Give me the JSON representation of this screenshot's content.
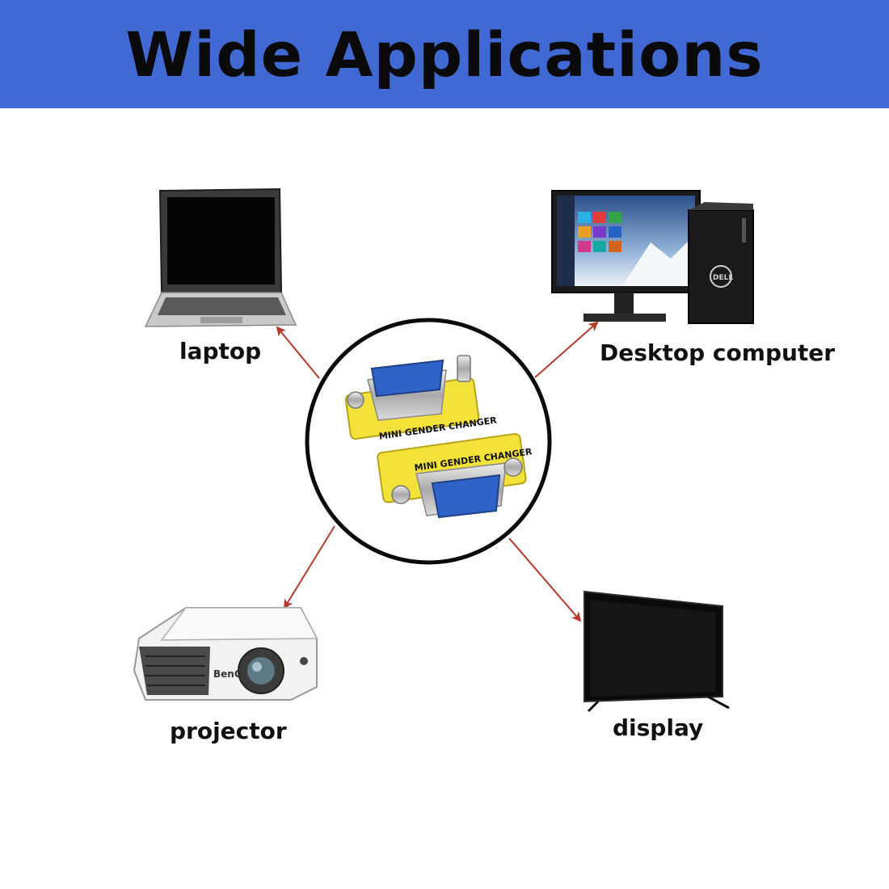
{
  "header": {
    "title": "Wide Applications"
  },
  "center": {
    "connector_text": "MINI GENDER CHANGER"
  },
  "devices": {
    "laptop": {
      "label": "laptop"
    },
    "desktop": {
      "label": "Desktop computer",
      "brand": "DELL"
    },
    "projector": {
      "label": "projector",
      "brand": "BenQ"
    },
    "display": {
      "label": "display"
    }
  },
  "colors": {
    "banner": "#4169d4",
    "arrow": "#b5392c",
    "connector_yellow": "#f3e23a",
    "connector_blue": "#2f63c7"
  }
}
